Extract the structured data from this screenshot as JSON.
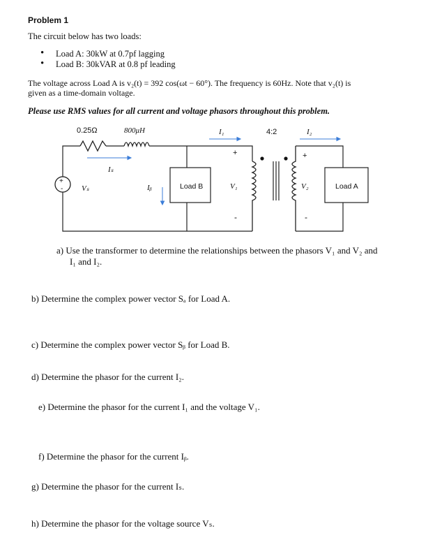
{
  "problem_title": "Problem 1",
  "intro": "The circuit below has two loads:",
  "loads": [
    "Load A: 30kW at 0.7pf lagging",
    "Load B: 30kVAR at 0.8 pf leading"
  ],
  "voltage_line1": "The voltage across Load A is v₂(t) = 392 cos(ωt − 60°).  The frequency is 60Hz.  Note that v₂(t) is",
  "voltage_line2": "given as a time-domain voltage.",
  "rms_note": "Please use RMS values for all current and voltage phasors throughout this problem.",
  "circuit": {
    "resistor_label": "0.25Ω",
    "inductor_label": "800μH",
    "i1_label": "I₁",
    "ratio_label": "4:2",
    "i2_label": "I₂",
    "is_label": "Iₛ",
    "vs_label": "Vₛ",
    "ib_label": "Iᵦ",
    "load_b_label": "Load B",
    "v1_label": "V₁",
    "v2_label": "V₂",
    "load_a_label": "Load A",
    "plus": "+",
    "minus": "-"
  },
  "questions": {
    "a_line1": "a)  Use the transformer to determine the relationships between the phasors V₁ and V₂ and",
    "a_line2": "I₁ and I₂.",
    "b": "b)  Determine the complex power vector Sₐ for Load A.",
    "c": "c)  Determine the complex power vector Sᵦ for Load B.",
    "d": "d)  Determine the phasor for the current I₂.",
    "e": "e)  Determine the phasor for the current I₁ and the voltage V₁.",
    "f": "f)  Determine the phasor for the current Iᵦ.",
    "g": "g)  Determine the phasor for the current Iₛ.",
    "h": "h)  Determine the phasor for the voltage source Vₛ."
  }
}
